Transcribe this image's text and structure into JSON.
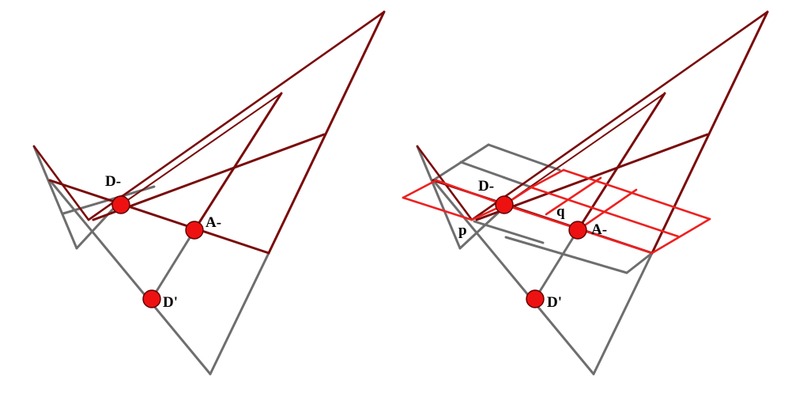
{
  "panels": [
    {
      "points": {
        "d_minus": "D-",
        "a_minus": "A-",
        "d_prime": "D'"
      }
    },
    {
      "points": {
        "d_minus": "D-",
        "a_minus": "A-",
        "d_prime": "D'"
      },
      "extra_labels": {
        "p": "p",
        "q": "q"
      }
    }
  ],
  "colors": {
    "gray_lines": "#6e6e6e",
    "dark_red_lines": "#7a0a0a",
    "red_grid": "#ee2020",
    "point_fill": "#ee1111"
  }
}
